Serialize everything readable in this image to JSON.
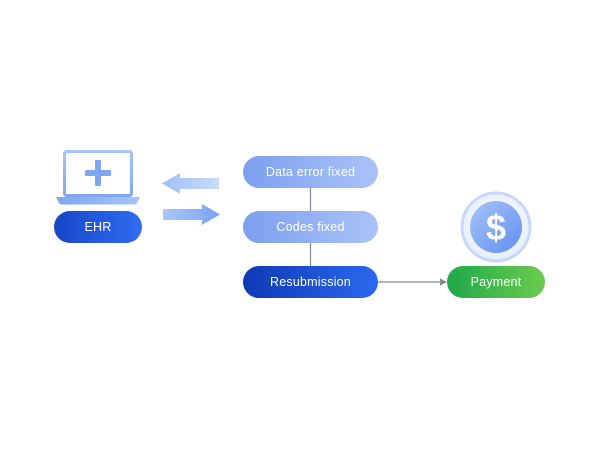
{
  "nodes": {
    "ehr": {
      "label": "EHR"
    },
    "data_error_fixed": {
      "label": "Data error fixed"
    },
    "codes_fixed": {
      "label": "Codes fixed"
    },
    "resubmission": {
      "label": "Resubmission"
    },
    "payment": {
      "label": "Payment"
    }
  },
  "icons": {
    "computer": "laptop-medical-icon",
    "payment": "dollar-coin-icon",
    "arrows": "bidirectional-arrows-icon"
  },
  "colors": {
    "primary_blue": "#1f56dc",
    "light_blue": "#8fb0f3",
    "green": "#3cbb4c",
    "connector": "#7f8a96"
  }
}
